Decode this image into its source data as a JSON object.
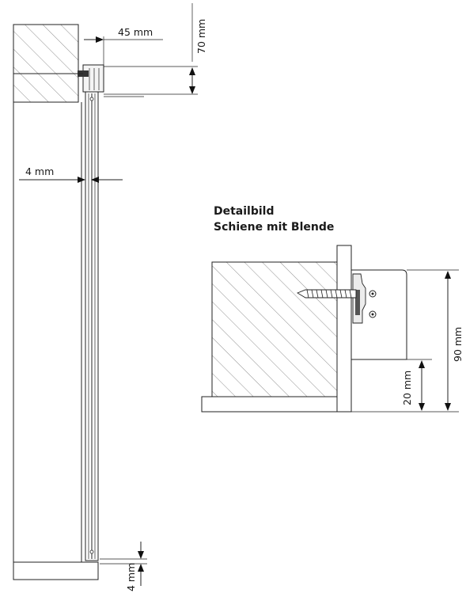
{
  "dimensions": {
    "top_width": "45 mm",
    "top_height": "70 mm",
    "side_gap": "4 mm",
    "bottom_gap": "4 mm",
    "detail_height_total": "90 mm",
    "detail_height_lower": "20 mm"
  },
  "detail": {
    "title_line1": "Detailbild",
    "title_line2": "Schiene mit Blende"
  }
}
